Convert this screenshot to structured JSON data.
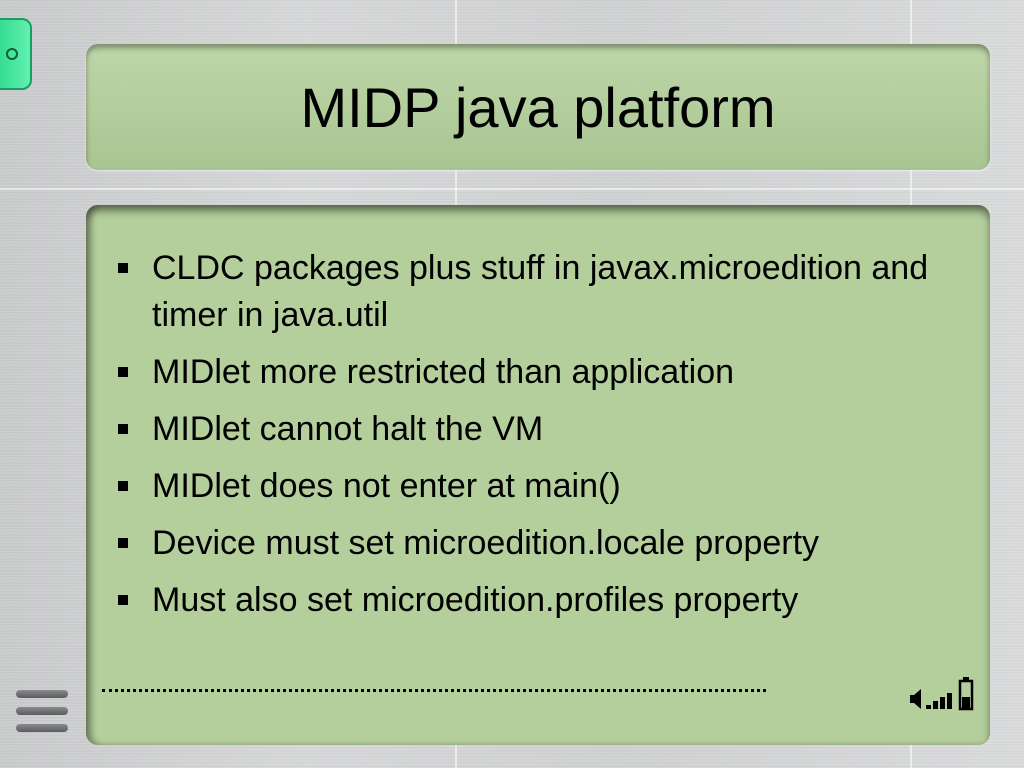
{
  "slide": {
    "title": "MIDP java platform",
    "bullets": [
      "CLDC packages plus stuff in javax.microedition and timer in java.util",
      "MIDlet more restricted than application",
      "MIDlet cannot halt the VM",
      "MIDlet does not enter at main()",
      "Device must set microedition.locale property",
      "Must also set microedition.profiles property"
    ]
  },
  "icons": {
    "side_button": "green-side-button",
    "status": [
      "speaker-icon",
      "signal-bars-icon",
      "battery-icon"
    ],
    "menu": "hamburger-menu-icon"
  },
  "colors": {
    "panel_green": "#b4cf9c",
    "title_green": "#bed6a8",
    "side_button": "#2fd98e",
    "background": "#cfd0d1"
  }
}
